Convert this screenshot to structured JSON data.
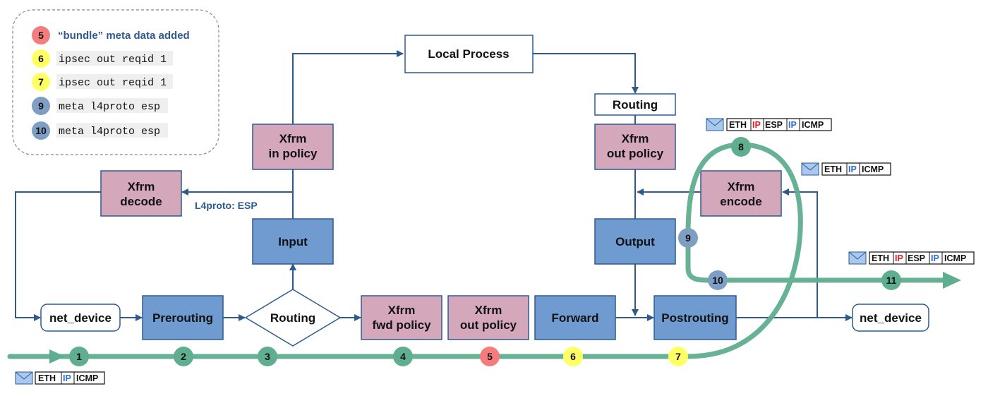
{
  "legend": {
    "items": [
      {
        "num": "5",
        "text": "“bundle” meta data added",
        "color": "#f47c7c",
        "mono": false
      },
      {
        "num": "6",
        "text": "ipsec out reqid 1",
        "color": "#ffff66",
        "mono": true
      },
      {
        "num": "7",
        "text": "ipsec out reqid 1",
        "color": "#ffff66",
        "mono": true
      },
      {
        "num": "9",
        "text": "meta l4proto esp",
        "color": "#7f9ec4",
        "mono": true
      },
      {
        "num": "10",
        "text": "meta l4proto esp",
        "color": "#7f9ec4",
        "mono": true
      }
    ]
  },
  "boxes": {
    "local_process": "Local Process",
    "routing_out": "Routing",
    "xfrm_in_policy": [
      "Xfrm",
      "in policy"
    ],
    "xfrm_out_policy_top": [
      "Xfrm",
      "out policy"
    ],
    "xfrm_decode": [
      "Xfrm",
      "decode"
    ],
    "xfrm_encode": [
      "Xfrm",
      "encode"
    ],
    "input": "Input",
    "output": "Output",
    "net_device_in": "net_device",
    "prerouting": "Prerouting",
    "routing_decision": "Routing",
    "xfrm_fwd_policy": [
      "Xfrm",
      "fwd policy"
    ],
    "xfrm_out_policy_fwd": [
      "Xfrm",
      "out policy"
    ],
    "forward": "Forward",
    "postrouting": "Postrouting",
    "net_device_out": "net_device"
  },
  "edge_label_esp": "L4proto: ESP",
  "steps": [
    {
      "num": "1",
      "color": "#5fae8f"
    },
    {
      "num": "2",
      "color": "#5fae8f"
    },
    {
      "num": "3",
      "color": "#5fae8f"
    },
    {
      "num": "4",
      "color": "#5fae8f"
    },
    {
      "num": "5",
      "color": "#f47c7c"
    },
    {
      "num": "6",
      "color": "#ffff66"
    },
    {
      "num": "7",
      "color": "#ffff66"
    },
    {
      "num": "8",
      "color": "#5fae8f"
    },
    {
      "num": "9",
      "color": "#7f9ec4"
    },
    {
      "num": "10",
      "color": "#7f9ec4"
    },
    {
      "num": "11",
      "color": "#5fae8f"
    }
  ],
  "packets": {
    "in": [
      "ETH",
      "IP",
      "ICMP"
    ],
    "encrypted_top": [
      "ETH",
      "IP",
      "ESP",
      "IP",
      "ICMP"
    ],
    "mid": [
      "ETH",
      "IP",
      "ICMP"
    ],
    "encrypted_out": [
      "ETH",
      "IP",
      "ESP",
      "IP",
      "ICMP"
    ]
  },
  "colors": {
    "blue_box": "#6f9bd1",
    "pink_box": "#d4a7bb",
    "line": "#2e5a8e",
    "path": "#5fae8f",
    "ip_outer": "#e02020",
    "ip_inner": "#2b6fd6"
  }
}
